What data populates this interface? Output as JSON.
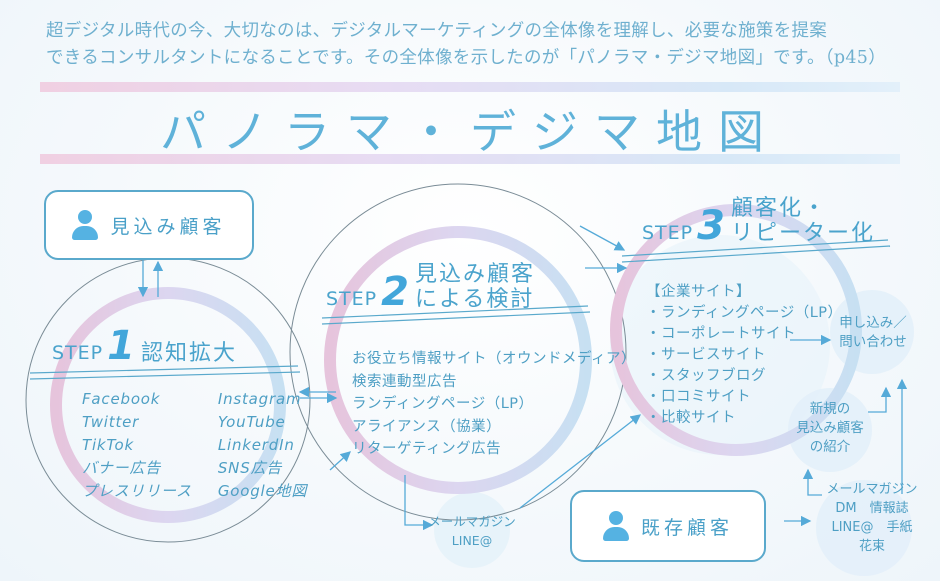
{
  "intro": {
    "line1": "超デジタル時代の今、大切なのは、デジタルマーケティングの全体像を理解し、必要な施策を提案",
    "line2": "できるコンサルタントになることです。その全体像を示したのが「パノラマ・デジマ地図」です。（p45）"
  },
  "title": "パノラマ・デジマ地図",
  "colors": {
    "accent": "#5fb2d9",
    "line": "#5aa9cc",
    "ring_pink": "#e8c7df",
    "ring_blue": "#c9e2f3",
    "person_icon": "#55b2e2"
  },
  "prospect_box": {
    "icon": "person-icon",
    "label": "見込み顧客"
  },
  "existing_box": {
    "icon": "person-icon",
    "label": "既存顧客"
  },
  "step1": {
    "word": "STEP",
    "number": "1",
    "title": "認知拡大",
    "col1": [
      "Facebook",
      "Twitter",
      "TikTok",
      "バナー広告",
      "プレスリリース"
    ],
    "col2": [
      "Instagram",
      "YouTube",
      "LinkerdIn",
      "SNS広告",
      "Google地図"
    ]
  },
  "step2": {
    "word": "STEP",
    "number": "2",
    "title_line1": "見込み顧客",
    "title_line2": "による検討",
    "items": [
      "お役立ち情報サイト（オウンドメディア）",
      "検索連動型広告",
      "ランディングページ（LP）",
      "アライアンス（協業）",
      "リターゲティング広告"
    ]
  },
  "step3": {
    "word": "STEP",
    "number": "3",
    "title_line1": "顧客化・",
    "title_line2": "リピーター化",
    "items": [
      "【企業サイト】",
      "・ランディングページ（LP）",
      "・コーポレートサイト",
      "・サービスサイト",
      "・スタッフブログ",
      "・口コミサイト",
      "・比較サイト"
    ]
  },
  "bubbles": {
    "apply": {
      "line1": "申し込み／",
      "line2": "問い合わせ"
    },
    "referral": {
      "line1": "新規の",
      "line2": "見込み顧客",
      "line3": "の紹介"
    },
    "mail_left": {
      "line1": "メールマガジン",
      "line2": "LINE@"
    },
    "mail_right": {
      "line1": "メールマガジン",
      "line2": "DM　情報誌",
      "line3": "LINE@　手紙",
      "line4": "花束"
    }
  }
}
